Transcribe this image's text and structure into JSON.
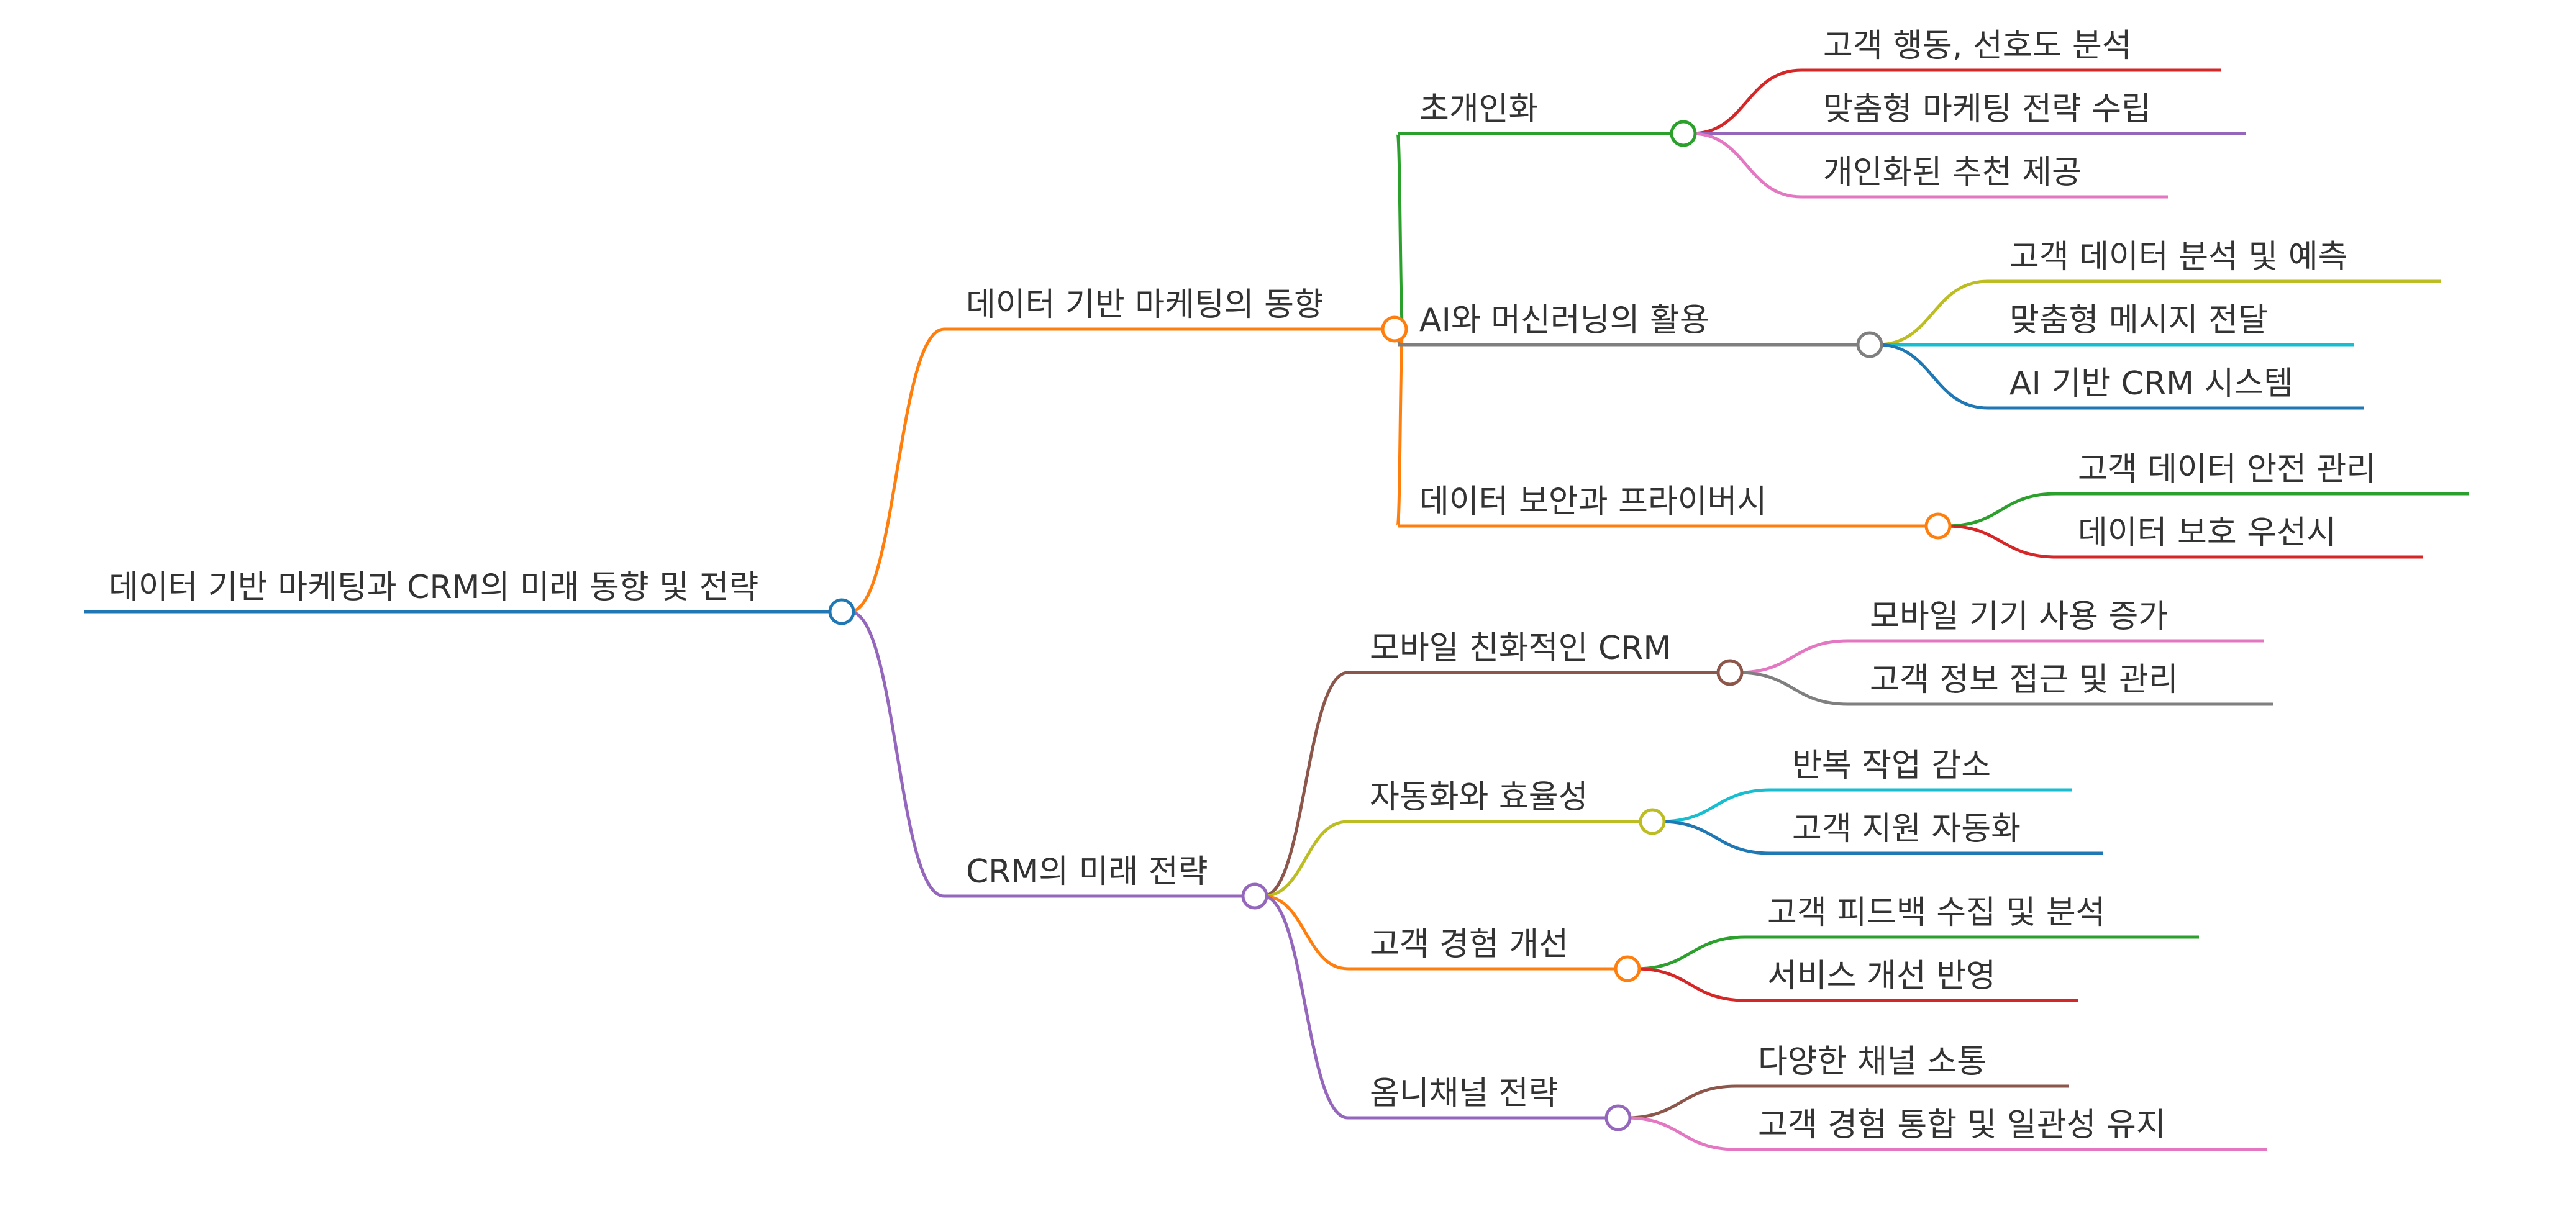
{
  "root": {
    "label": "데이터 기반 마케팅과 CRM의 미래 동향 및 전략",
    "color": "#1f77b4",
    "children": [
      {
        "label": "데이터 기반 마케팅의 동향",
        "color": "#ff7f0e",
        "children": [
          {
            "label": "초개인화",
            "color": "#2ca02c",
            "children": [
              {
                "label": "고객 행동, 선호도 분석",
                "color": "#d62728"
              },
              {
                "label": "맞춤형 마케팅 전략 수립",
                "color": "#9467bd"
              },
              {
                "label": "개인화된 추천 제공",
                "color": "#e377c2"
              }
            ]
          },
          {
            "label": "AI와 머신러닝의 활용",
            "color": "#7f7f7f",
            "children": [
              {
                "label": "고객 데이터 분석 및 예측",
                "color": "#bcbd22"
              },
              {
                "label": "맞춤형 메시지 전달",
                "color": "#17becf"
              },
              {
                "label": "AI 기반 CRM 시스템",
                "color": "#1f77b4"
              }
            ]
          },
          {
            "label": "데이터 보안과 프라이버시",
            "color": "#ff7f0e",
            "children": [
              {
                "label": "고객 데이터 안전 관리",
                "color": "#2ca02c"
              },
              {
                "label": "데이터 보호 우선시",
                "color": "#d62728"
              }
            ]
          }
        ]
      },
      {
        "label": "CRM의 미래 전략",
        "color": "#9467bd",
        "children": [
          {
            "label": "모바일 친화적인 CRM",
            "color": "#8c564b",
            "children": [
              {
                "label": "모바일 기기 사용 증가",
                "color": "#e377c2"
              },
              {
                "label": "고객 정보 접근 및 관리",
                "color": "#7f7f7f"
              }
            ]
          },
          {
            "label": "자동화와 효율성",
            "color": "#bcbd22",
            "children": [
              {
                "label": "반복 작업 감소",
                "color": "#17becf"
              },
              {
                "label": "고객 지원 자동화",
                "color": "#1f77b4"
              }
            ]
          },
          {
            "label": "고객 경험 개선",
            "color": "#ff7f0e",
            "children": [
              {
                "label": "고객 피드백 수집 및 분석",
                "color": "#2ca02c"
              },
              {
                "label": "서비스 개선 반영",
                "color": "#d62728"
              }
            ]
          },
          {
            "label": "옴니채널 전략",
            "color": "#9467bd",
            "children": [
              {
                "label": "다양한 채널 소통",
                "color": "#8c564b"
              },
              {
                "label": "고객 경험 통합 및 일관성 유지",
                "color": "#e377c2"
              }
            ]
          }
        ]
      }
    ]
  }
}
